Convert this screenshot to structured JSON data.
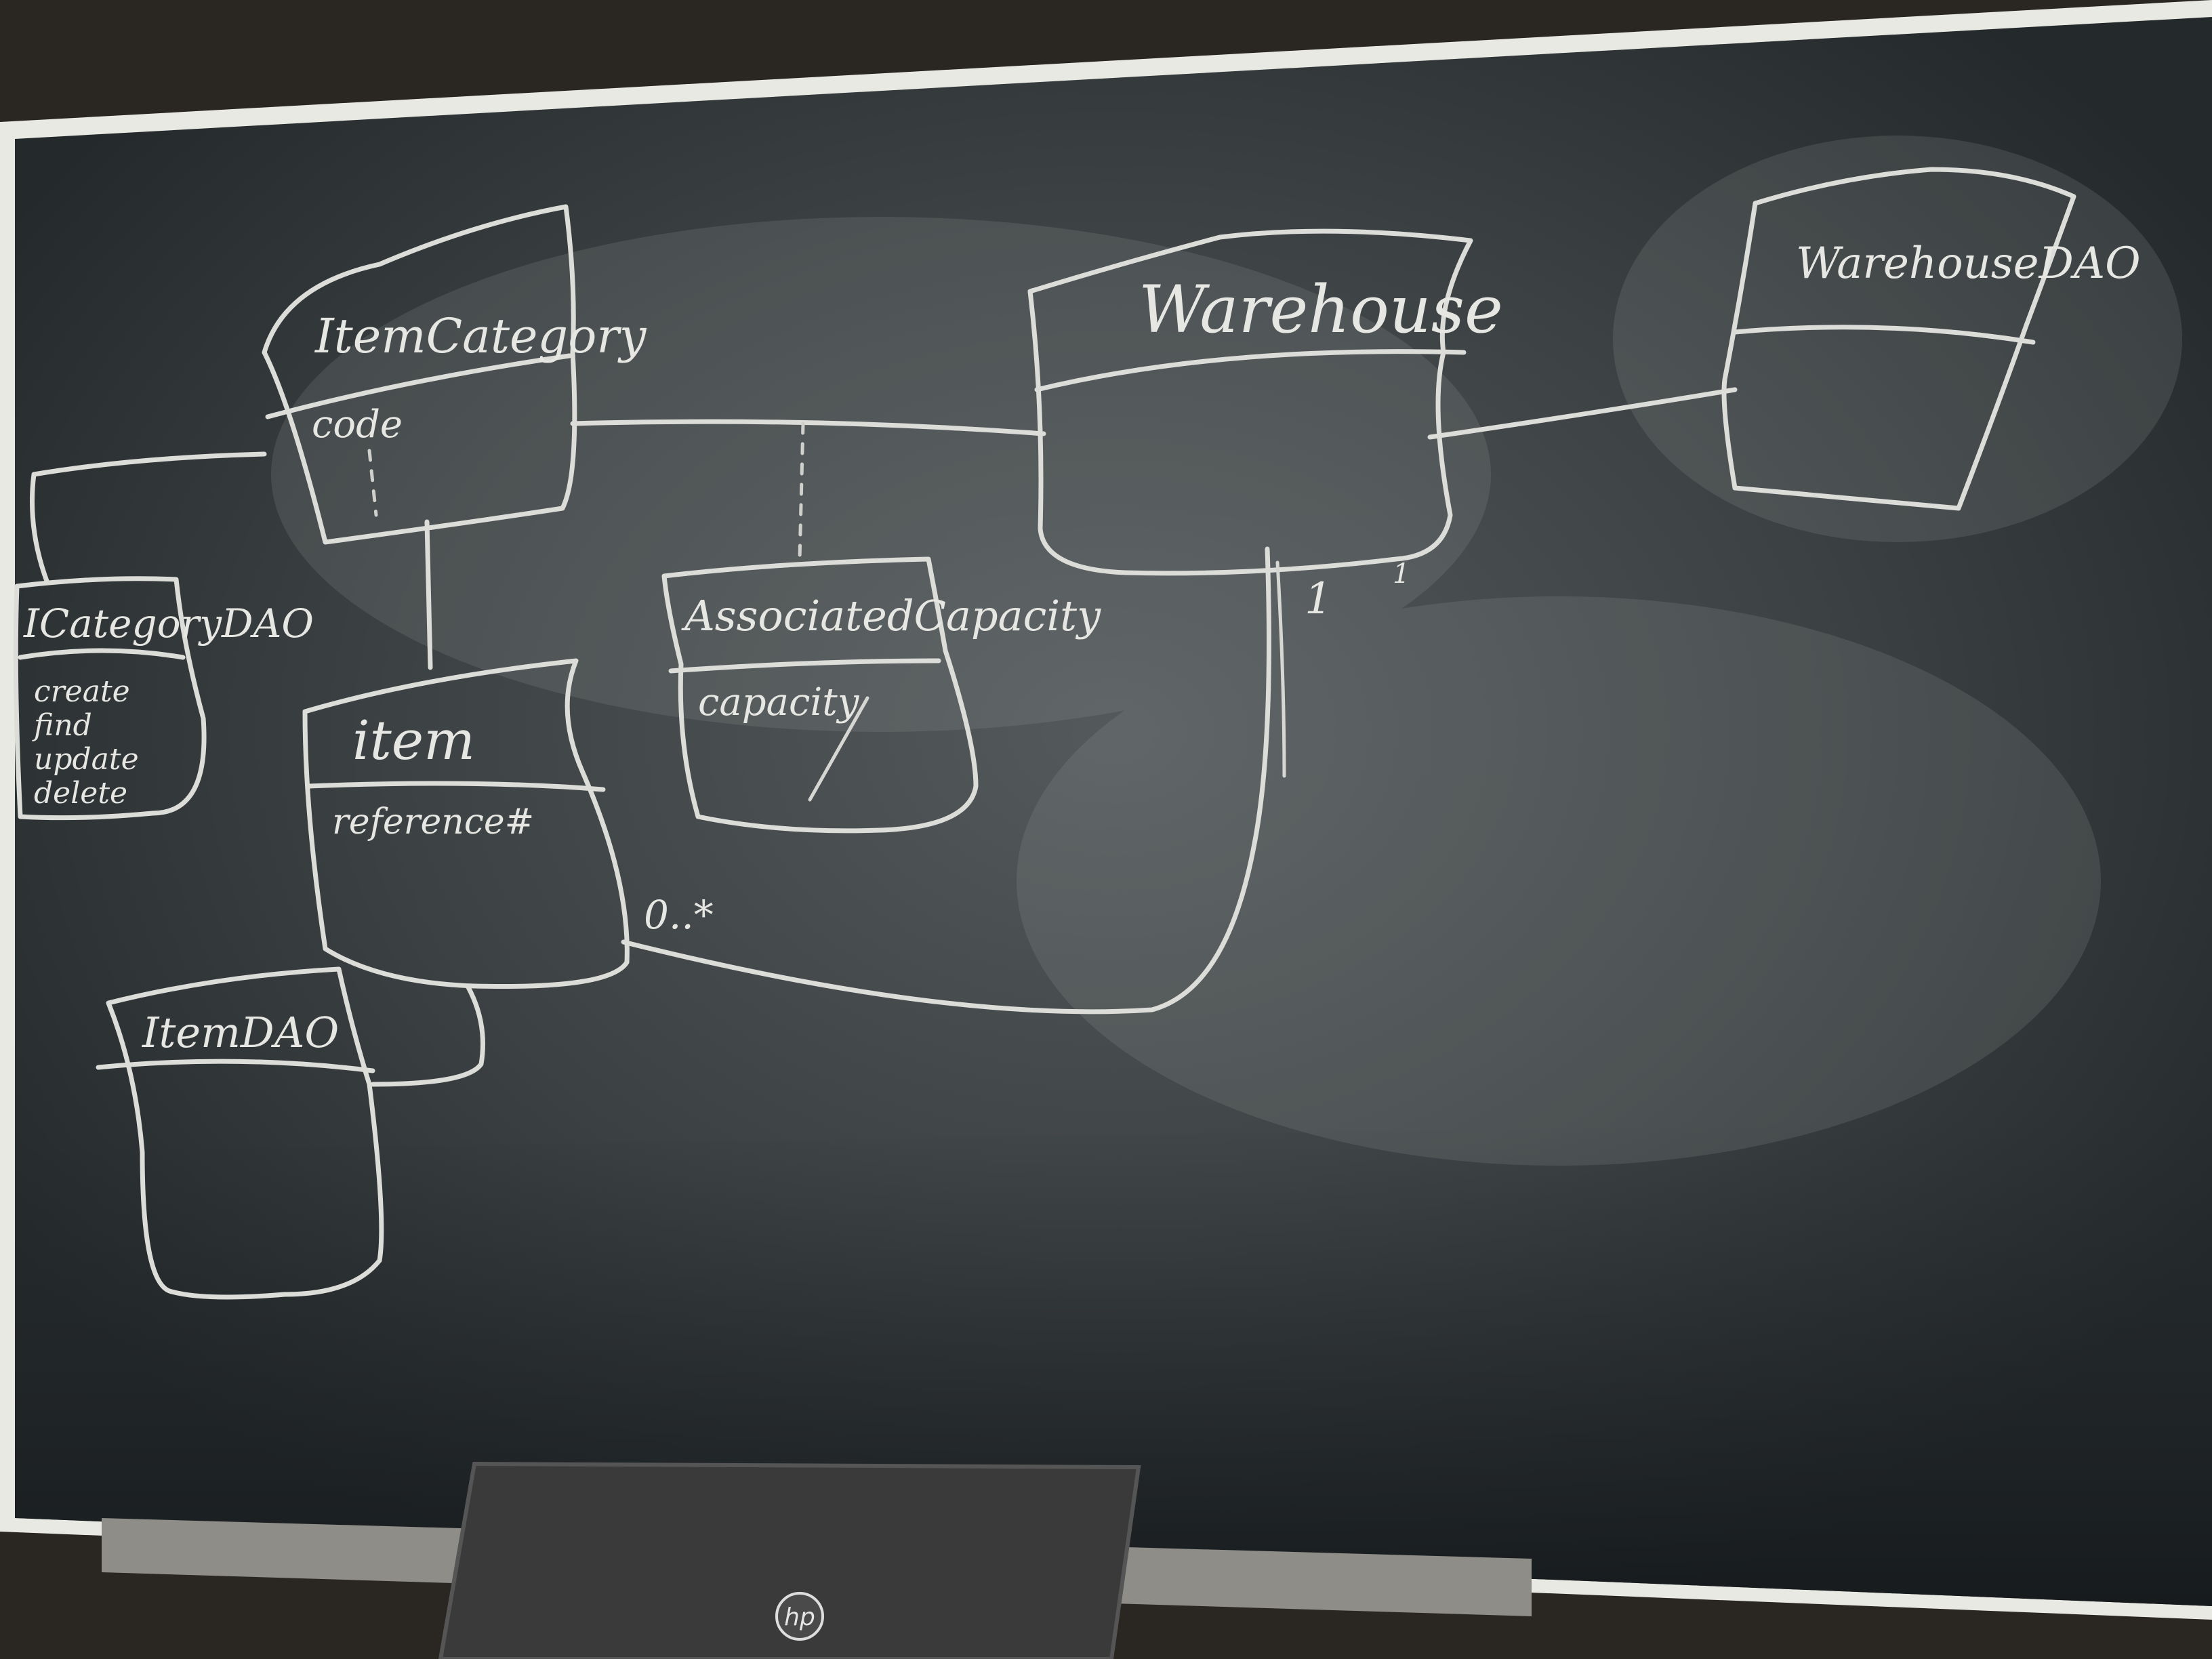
{
  "board": {
    "colors": {
      "chalkboard": "#2b2f30",
      "frame": "#e9e9e4",
      "chalk": "#dcdcd8",
      "wall": "#2a2622",
      "laptop": "#3a3a3a"
    }
  },
  "diagram": {
    "classes": {
      "item_category": {
        "name": "ItemCategory",
        "attributes": [
          "code"
        ]
      },
      "warehouse": {
        "name": "Warehouse",
        "attributes": []
      },
      "warehouse_dao": {
        "name": "WarehouseDAO",
        "attributes": []
      },
      "item_category_dao": {
        "name": "ICategoryDAO",
        "attributes": [
          "create",
          "find",
          "update",
          "delete"
        ]
      },
      "associated_capacity": {
        "name": "AssociatedCapacity",
        "attributes": [
          "capacity"
        ]
      },
      "item": {
        "name": "item",
        "attributes": [
          "reference#"
        ]
      },
      "item_dao": {
        "name": "ItemDAO",
        "attributes": []
      }
    },
    "multiplicities": {
      "warehouse_end_a": "1",
      "warehouse_end_b": "1",
      "item_end": "0..*"
    }
  },
  "laptop": {
    "logo": "hp"
  }
}
